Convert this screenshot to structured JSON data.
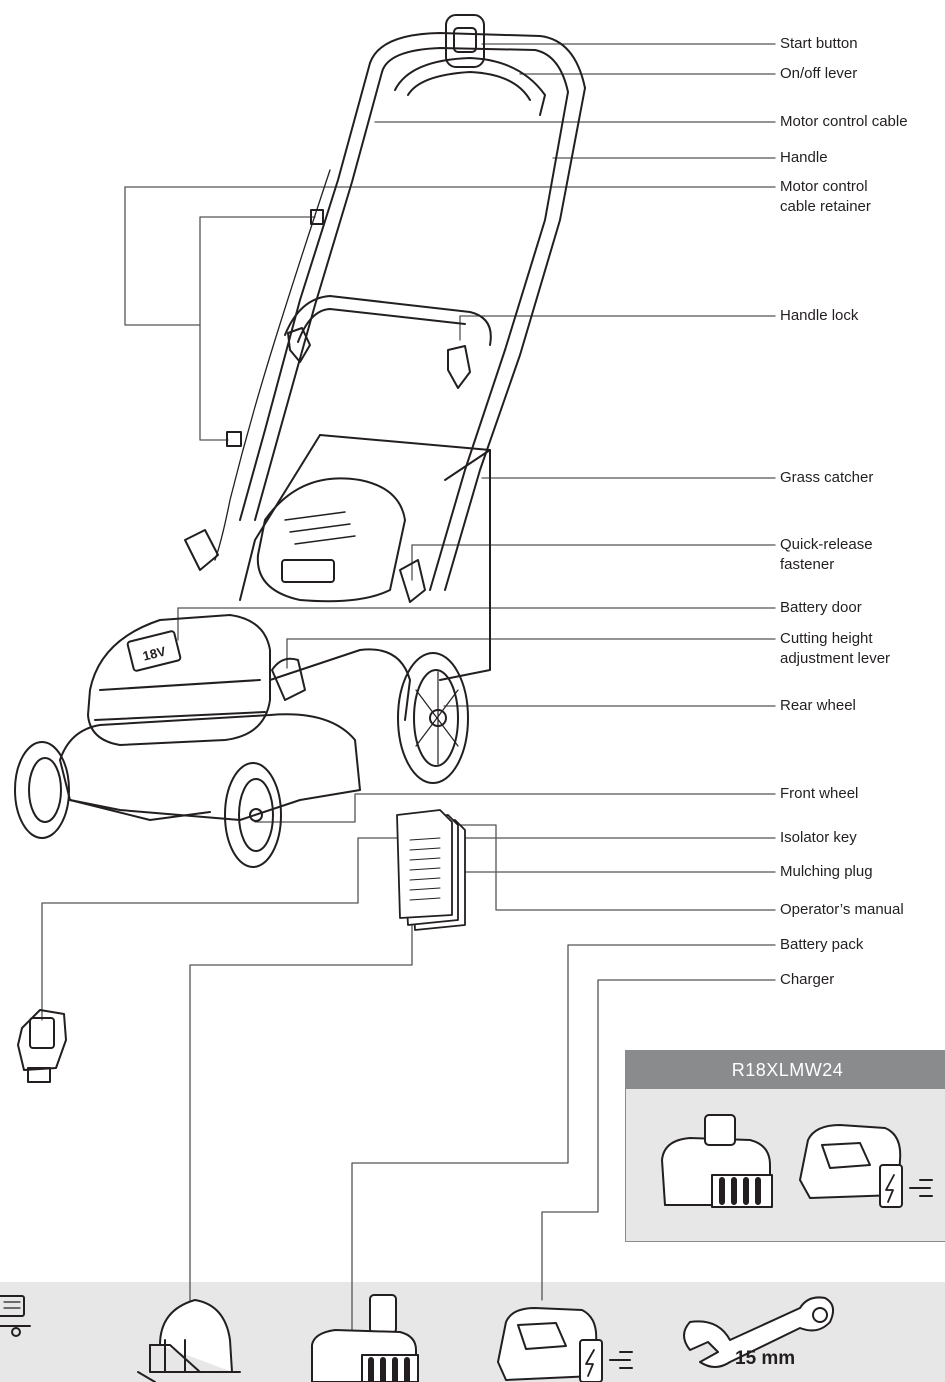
{
  "labels": [
    {
      "id": "start-button",
      "text": "Start button"
    },
    {
      "id": "on-off-lever",
      "text": "On/off lever"
    },
    {
      "id": "motor-control-cable",
      "text": "Motor control cable"
    },
    {
      "id": "handle",
      "text": "Handle"
    },
    {
      "id": "motor-control-cable-retainer",
      "line1": "Motor control",
      "line2": "cable retainer"
    },
    {
      "id": "handle-lock",
      "text": "Handle lock"
    },
    {
      "id": "grass-catcher",
      "text": "Grass catcher"
    },
    {
      "id": "quick-release-fastener",
      "line1": "Quick-release",
      "line2": "fastener"
    },
    {
      "id": "battery-door",
      "text": "Battery door"
    },
    {
      "id": "cutting-height-lever",
      "line1": "Cutting height",
      "line2": "adjustment lever"
    },
    {
      "id": "rear-wheel",
      "text": "Rear wheel"
    },
    {
      "id": "front-wheel",
      "text": "Front wheel"
    },
    {
      "id": "isolator-key",
      "text": "Isolator key"
    },
    {
      "id": "mulching-plug",
      "text": "Mulching plug"
    },
    {
      "id": "operators-manual",
      "text": "Operator’s manual"
    },
    {
      "id": "battery-pack",
      "text": "Battery pack"
    },
    {
      "id": "charger",
      "text": "Charger"
    }
  ],
  "kit": {
    "model": "R18XLMW24"
  },
  "wrench": {
    "size": "15 mm"
  },
  "mower_badge": "18V",
  "colors": {
    "line": "#231f20",
    "band": "#e7e7e8",
    "kit_header": "#8a8b8d",
    "leader": "#555555"
  }
}
